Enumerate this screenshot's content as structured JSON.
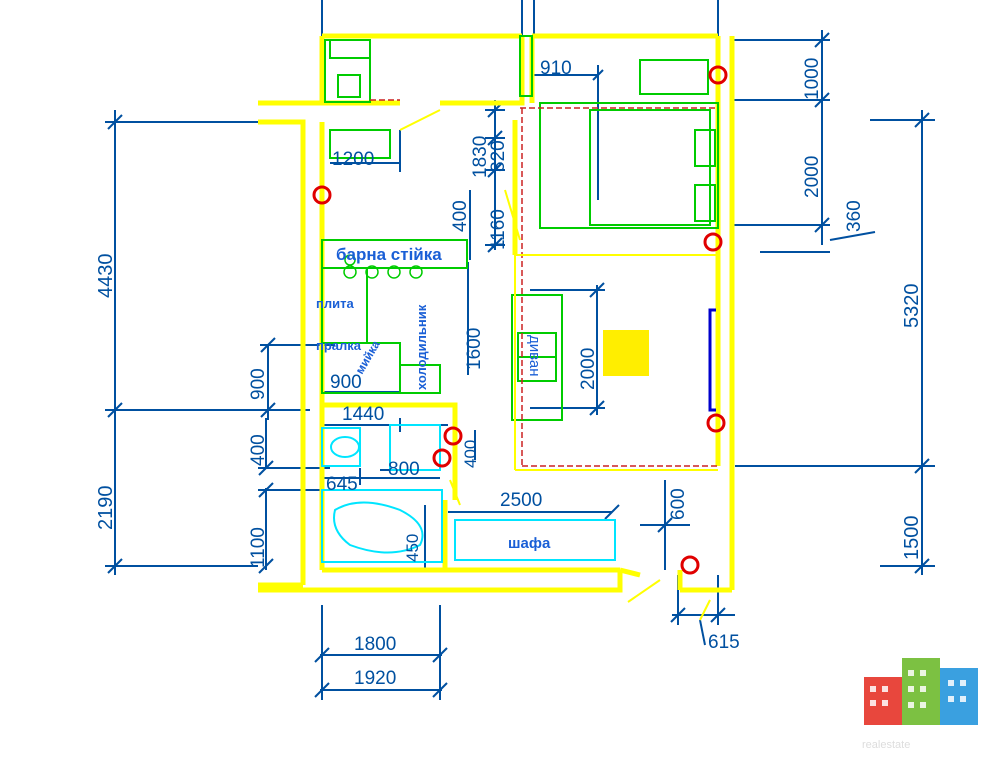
{
  "colors": {
    "wall": "#ffff00",
    "dimension": "#0050a0",
    "furniture": "#00cc00",
    "fixture": "#00e5ff",
    "marker": "#e00000",
    "label": "#1a5fd6",
    "curtain": "#cc2222",
    "rug": "#ffee00"
  },
  "rooms": {
    "bar_counter": "барна стійка",
    "stove": "плита",
    "washer": "пралка",
    "sink": "мийка",
    "fridge": "холодильник",
    "sofa": "диван",
    "wardrobe": "шафа"
  },
  "dimensions": {
    "d910": "910",
    "d1000": "1000",
    "d1200": "1200",
    "d1830": "1830",
    "d820": "820",
    "d1160": "1160",
    "d400a": "400",
    "d2000a": "2000",
    "d360": "360",
    "d4430": "4430",
    "d5320": "5320",
    "d1600": "1600",
    "d2000b": "2000",
    "d900a": "900",
    "d900b": "900",
    "d1440": "1440",
    "d400b": "400",
    "d400c": "400",
    "d645": "645",
    "d800": "800",
    "d2500": "2500",
    "d600": "600",
    "d2190": "2190",
    "d1100": "1100",
    "d450": "450",
    "d1500": "1500",
    "d1800": "1800",
    "d1920": "1920",
    "d615": "615"
  },
  "logo": {
    "watermark": "realestate"
  }
}
